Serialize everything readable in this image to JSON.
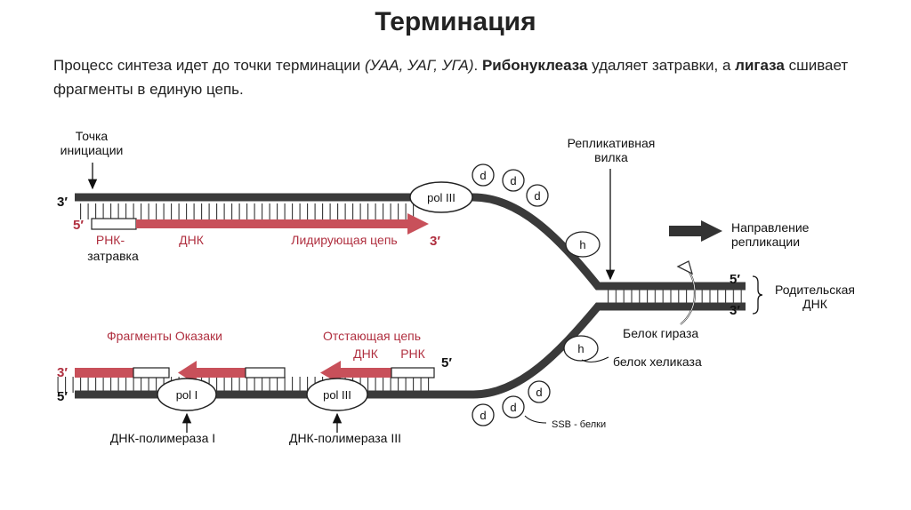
{
  "slide": {
    "title": "Терминация",
    "text": {
      "p1": "Процесс синтеза идет до точки терминации ",
      "codons": "(УАА, УАГ, УГА)",
      "p2": ". ",
      "bold1": "Рибонуклеаза",
      "p3": " удаляет затравки, а ",
      "bold2": "лигаза",
      "p4": " сшивает фрагменты в единую цепь."
    }
  },
  "diagram": {
    "initiation_label": [
      "Точка",
      "инициации"
    ],
    "fork_label": [
      "Репликативная",
      "вилка"
    ],
    "direction_label": [
      "Направление",
      "репликации"
    ],
    "parent_label": [
      "Родительская",
      "ДНК"
    ],
    "gyrase_label": "Белок гираза",
    "helicase_label": "белок хеликаза",
    "ssb_label": "SSB - белки",
    "rna_primer_label": [
      "РНК-",
      "затравка"
    ],
    "dna_label": "ДНК",
    "leading_label": "Лидирующая цепь",
    "okazaki_label": "Фрагменты Оказаки",
    "lagging_label": "Отстающая цепь",
    "lagging_dna": "ДНК",
    "lagging_rna": "РНК",
    "pol3_label": "pol III",
    "pol1_label": "pol I",
    "dnapol1_label": "ДНК-полимераза I",
    "dnapol3_label": "ДНК-полимераза III",
    "d_label": "d",
    "h_label": "h",
    "end_3": "3′",
    "end_5": "5′",
    "colors": {
      "strand": "#3a3a3a",
      "red": "#c8505a",
      "text_red": "#b03040"
    }
  }
}
